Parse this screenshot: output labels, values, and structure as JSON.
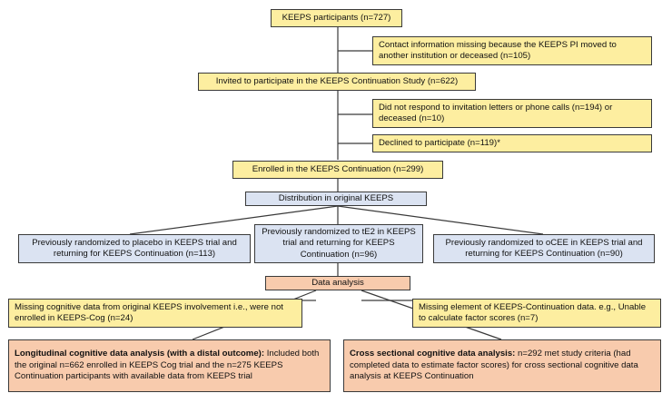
{
  "participants": "KEEPS participants (n=727)",
  "excl_contact": "Contact information missing because the KEEPS PI moved to another institution or deceased (n=105)",
  "invited": "Invited to participate in the KEEPS Continuation Study (n=622)",
  "excl_no_response": "Did not respond to invitation letters or phone calls (n=194) or deceased (n=10)",
  "excl_declined": "Declined to participate (n=119)*",
  "enrolled": "Enrolled in the KEEPS Continuation (n=299)",
  "distribution": "Distribution in original KEEPS",
  "arm_placebo": "Previously randomized to placebo in KEEPS trial and returning for KEEPS Continuation (n=113)",
  "arm_te2": "Previously randomized to tE2 in KEEPS trial and returning for KEEPS Continuation (n=96)",
  "arm_ocee": "Previously randomized to oCEE in KEEPS trial and returning for KEEPS Continuation (n=90)",
  "data_analysis": "Data analysis",
  "excl_missing_cog": "Missing cognitive data from original KEEPS involvement i.e., were not enrolled in KEEPS-Cog (n=24)",
  "excl_missing_element": "Missing element of KEEPS-Continuation data. e.g., Unable to calculate factor scores (n=7)",
  "longitudinal": {
    "title": "Longitudinal cognitive data analysis (with a distal outcome):",
    "body": " Included both the original n=662 enrolled in KEEPS Cog trial and the n=275 KEEPS Continuation participants with available data from KEEPS trial"
  },
  "cross_sectional": {
    "title": "Cross sectional cognitive data analysis:",
    "body": " n=292 met study criteria (had completed data to estimate factor scores) for cross sectional cognitive data analysis at KEEPS Continuation"
  },
  "colors": {
    "yellow_box": "#fdeea0",
    "blue_box": "#dbe3f2",
    "orange_box": "#f8cbad",
    "connector": "#3a3a3a"
  }
}
